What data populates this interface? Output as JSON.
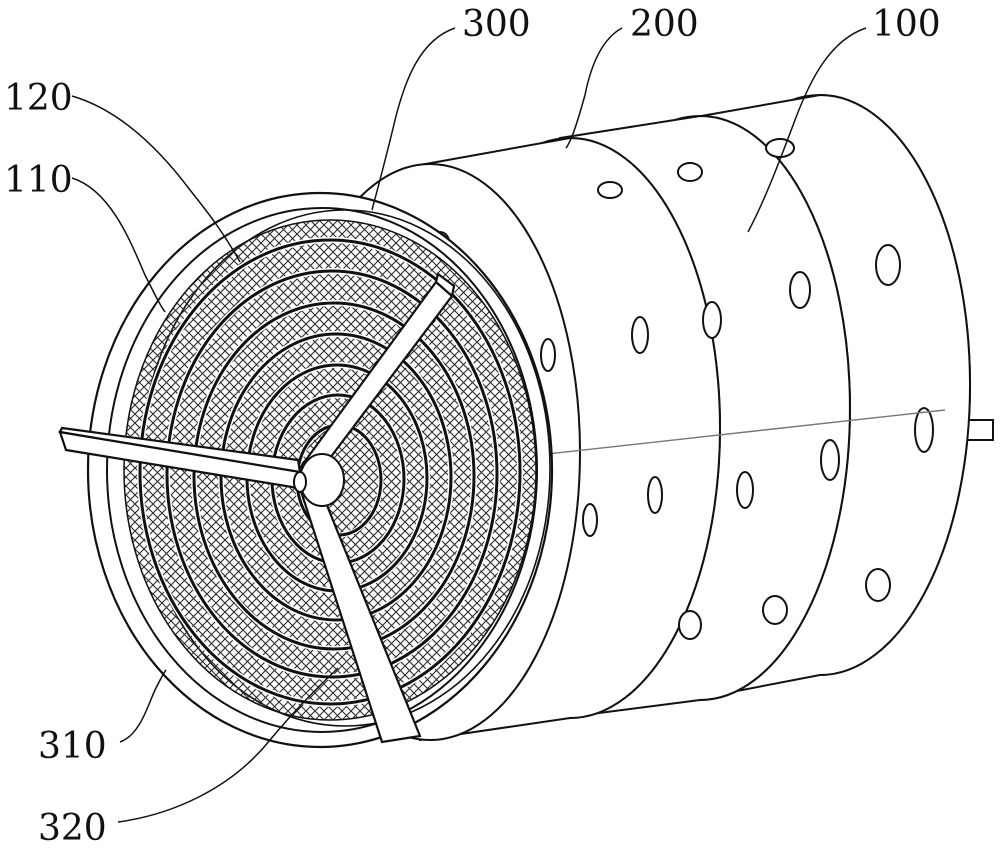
{
  "labels": {
    "l300": "300",
    "l200": "200",
    "l100": "100",
    "l120": "120",
    "l110": "110",
    "l310": "310",
    "l320": "320"
  },
  "colors": {
    "line": "#111111",
    "mesh": "#2a2a2a",
    "body": "#ffffff"
  }
}
